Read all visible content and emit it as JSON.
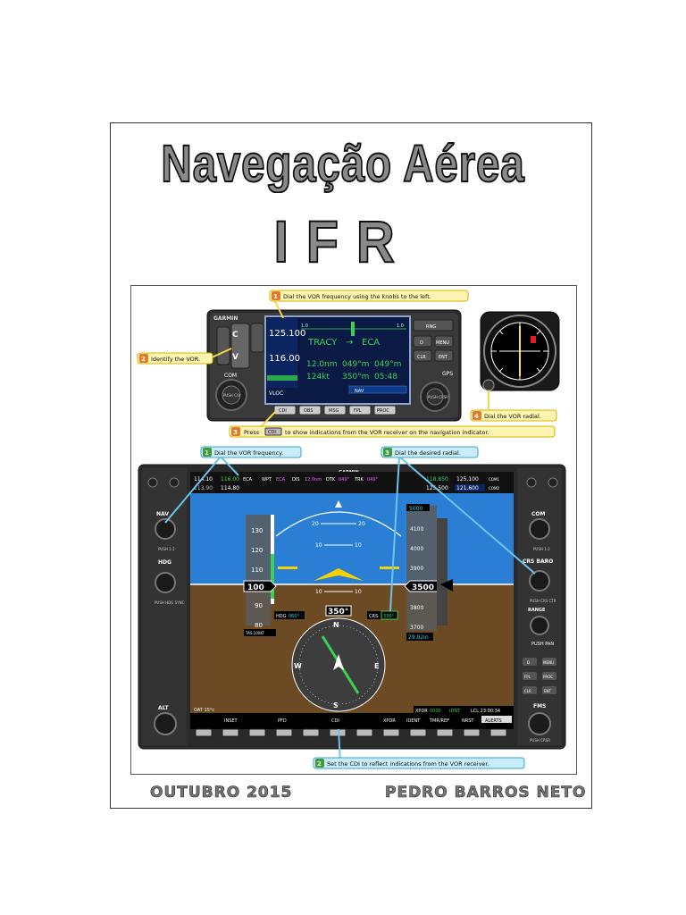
{
  "cover": {
    "title_line1": "Navegação Aérea",
    "title_line2": "IFR",
    "date": "OUTUBRO 2015",
    "author": "PEDRO BARROS NETO"
  },
  "callouts": {
    "c1_num": "1",
    "c1_text": "Dial the VOR frequency using the knobs to the left.",
    "c2_num": "2",
    "c2_text": "Identify the VOR.",
    "c3_num": "3",
    "c3_text_a": "Press",
    "c3_key": "CDI",
    "c3_text_b": "to show indications from the VOR receiver on the navigation indicator.",
    "c4_num": "4",
    "c4_text": "Dial the VOR radial.",
    "p1_num": "1",
    "p1_text": "Dial the VOR frequency.",
    "p3_num": "3",
    "p3_text": "Dial the desired radial.",
    "p2_num": "2",
    "p2_text": "Set the CDI to reflect indications from the VOR receiver."
  },
  "gns": {
    "brand": "GARMIN",
    "com_active": "125.100",
    "nav_active": "116.00",
    "route_from": "TRACY",
    "route_to": "ECA",
    "dist": "12.0nm",
    "brg": "049°m",
    "trk": "049°m",
    "gs": "124kt",
    "dtk": "350°m",
    "ete": "05:48",
    "vloc": "VLOC",
    "nav_tab": "NAV",
    "scale_left": "1.0",
    "scale_right": "1.0",
    "com_label": "COM",
    "push_label": "PUSH C/V",
    "gps_label": "GPS",
    "push_crsr": "PUSH CRSR",
    "keys": [
      "CDI",
      "OBS",
      "MSG",
      "FPL",
      "PROC"
    ],
    "right_keys": [
      "RNG",
      "MENU",
      "CLR",
      "ENT",
      "D"
    ]
  },
  "pfd": {
    "brand": "GARMIN",
    "nav1": "114.10",
    "nav1_stby": "116.00",
    "nav1_id": "ECA",
    "nav2": "113.90",
    "nav2_stby": "114.80",
    "wpt_label": "WPT",
    "wpt": "ECA",
    "dis_label": "DIS",
    "dis": "12.0nm",
    "dtk_label": "DTK",
    "dtk": "049°",
    "trk_label": "TRK",
    "trk": "049°",
    "com1": "125.100",
    "com1_stby": "118.850",
    "com1_label": "COM1",
    "com2": "125.500",
    "com2_stby": "121.600",
    "com2_label": "COM2",
    "airspeed": "100",
    "airspeed_ticks": [
      "130",
      "120",
      "110",
      "90",
      "80"
    ],
    "tas": "TAS 100KT",
    "altitude": "3500",
    "alt_ticks": [
      "4100",
      "4000",
      "3900",
      "3800",
      "3700"
    ],
    "alt_bug": "5000",
    "baro": "29.92in",
    "pitch_marks": [
      "20",
      "10",
      "10",
      "10"
    ],
    "heading": "350°",
    "hdg_label": "HDG",
    "hdg_bug": "060°",
    "crs_label": "CRS",
    "crs": "336°",
    "oat": "OAT 15°c",
    "xpdr": "XPDR",
    "xpdr_code": "0000",
    "xpdr_mode": "IDNT",
    "lcl": "LCL 23:00:34",
    "softkeys": [
      "INSET",
      "PFD",
      "CDI",
      "XPDR",
      "IDENT",
      "TMR/REF",
      "NRST",
      "ALERTS"
    ],
    "left_labels": [
      "NAV",
      "PUSH 1-2",
      "HDG",
      "PUSH HDG SYNC",
      "ALT"
    ],
    "right_labels": [
      "COM",
      "PUSH 1-2",
      "CRS BARO",
      "PUSH CRS CTR",
      "RANGE",
      "PUSH PAN",
      "FMS",
      "PUSH CRSR"
    ],
    "right_keys": [
      "D",
      "MENU",
      "FPL",
      "PROC",
      "CLR",
      "ENT"
    ]
  }
}
